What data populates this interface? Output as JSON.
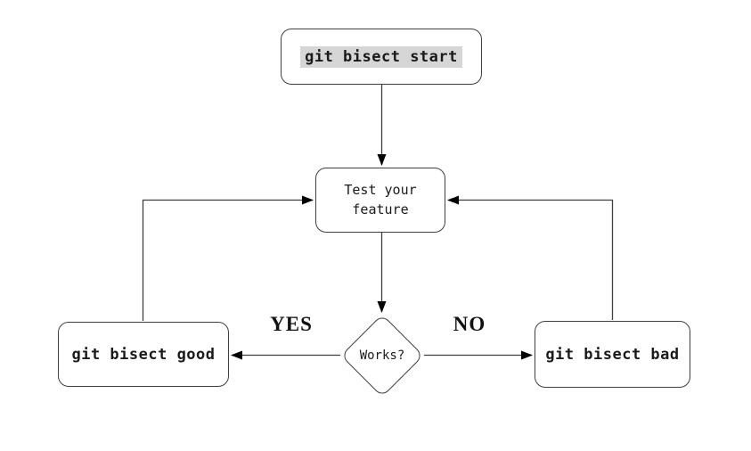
{
  "diagram": {
    "type": "flowchart",
    "topic": "git bisect workflow",
    "nodes": {
      "start": {
        "label": "git bisect start",
        "style": "code-highlight"
      },
      "test": {
        "label": "Test your\nfeature"
      },
      "decision": {
        "label": "Works?"
      },
      "good": {
        "label": "git bisect good"
      },
      "bad": {
        "label": "git bisect bad"
      }
    },
    "edge_labels": {
      "yes": "YES",
      "no": "NO"
    },
    "edges": [
      {
        "from": "start",
        "to": "test",
        "label": ""
      },
      {
        "from": "test",
        "to": "decision",
        "label": ""
      },
      {
        "from": "decision",
        "to": "good",
        "label": "YES"
      },
      {
        "from": "decision",
        "to": "bad",
        "label": "NO"
      },
      {
        "from": "good",
        "to": "test",
        "label": ""
      },
      {
        "from": "bad",
        "to": "test",
        "label": ""
      }
    ],
    "colors": {
      "background": "#ffffff",
      "node_fill": "#ffffff",
      "node_border": "#3f3f3f",
      "arrow": "#000000",
      "code_highlight_bg": "#d6d6d6",
      "text": "#1a1a1a"
    }
  }
}
